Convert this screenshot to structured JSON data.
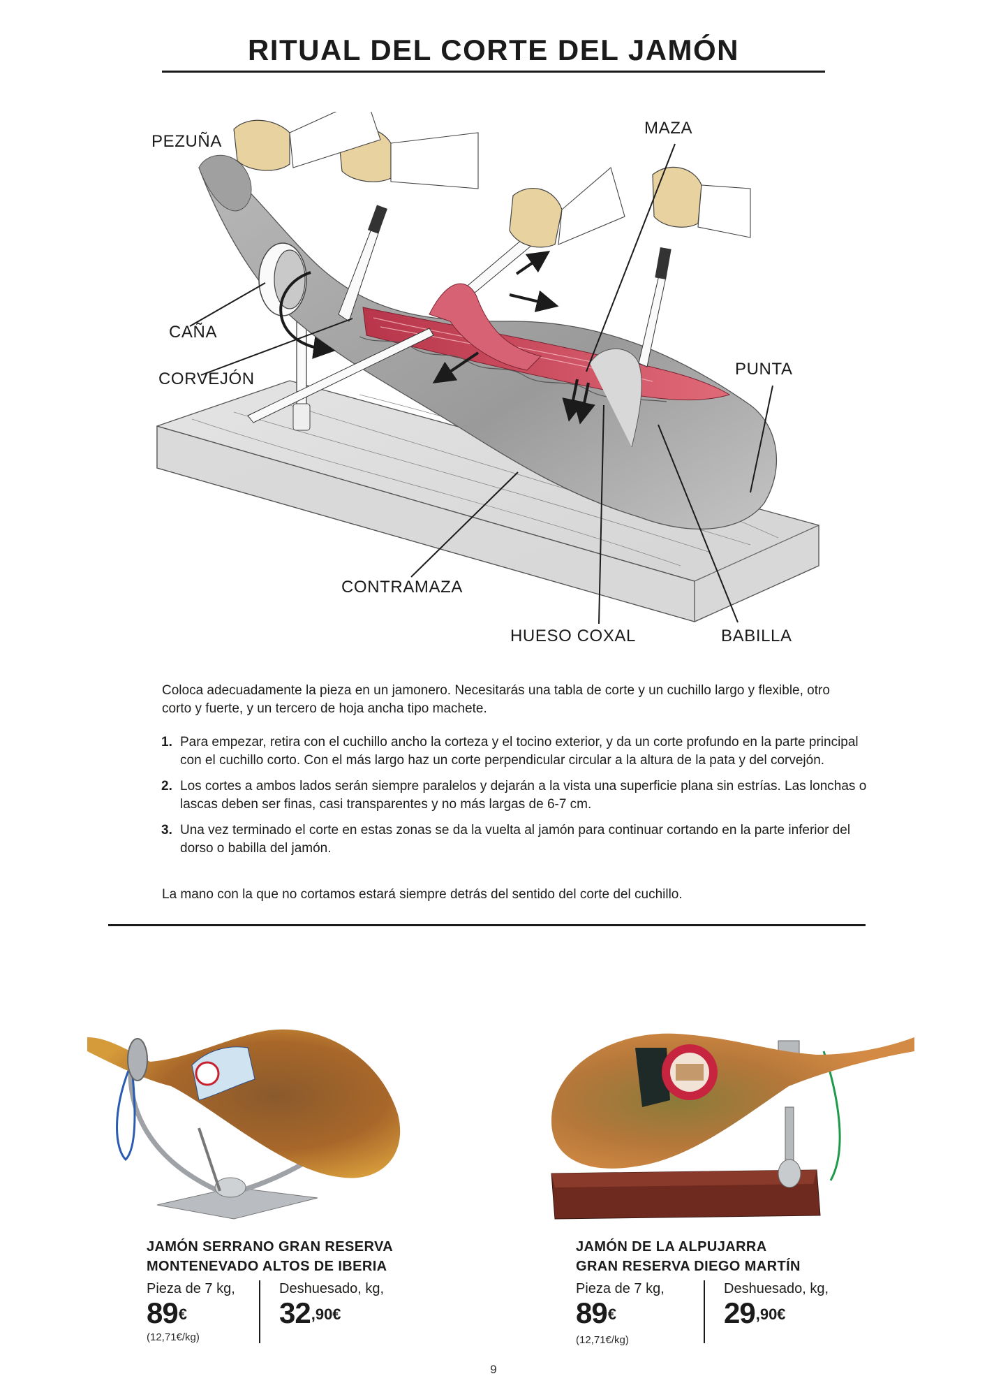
{
  "page": {
    "title": "RITUAL DEL CORTE DEL JAMÓN",
    "page_number": "9"
  },
  "diagram": {
    "labels": {
      "pezuna": "PEZUÑA",
      "maza": "MAZA",
      "cana": "CAÑA",
      "corvejon": "CORVEJÓN",
      "punta": "PUNTA",
      "contramaza": "CONTRAMAZA",
      "hueso_coxal": "HUESO COXAL",
      "babilla": "BABILLA"
    }
  },
  "instructions": {
    "intro": "Coloca adecuadamente la pieza en un jamonero. Necesitarás una tabla de corte y un cuchillo largo y flexible, otro corto y fuerte, y un tercero de hoja ancha tipo machete.",
    "steps": [
      {
        "number": "1.",
        "text": "Para empezar, retira con el cuchillo ancho la corteza y el tocino exterior, y da un corte profundo en la parte principal con el cuchillo corto. Con el más largo haz un corte perpendicular circular a la altura de la pata y del corvejón."
      },
      {
        "number": "2.",
        "text": "Los cortes a ambos lados serán siempre paralelos y dejarán a la vista  una superficie plana sin estrías. Las lonchas o lascas deben ser finas, casi transparentes y no más largas de 6-7 cm."
      },
      {
        "number": "3.",
        "text": "Una vez terminado el corte en estas zonas se da la vuelta al jamón para continuar cortando en la parte inferior del dorso o babilla del jamón."
      }
    ],
    "closing": "La mano con la que no cortamos estará siempre detrás del sentido del corte del cuchillo."
  },
  "products": [
    {
      "title_line1": "JAMÓN SERRANO GRAN RESERVA",
      "title_line2": "MONTENEVADO ALTOS DE IBERIA",
      "left_label": "Pieza de 7 kg,",
      "left_price_int": "89",
      "left_price_sup": "€",
      "left_per_kg": "(12,71€/kg)",
      "right_label": "Deshuesado, kg,",
      "right_price_int": "32",
      "right_price_sup": ",90€"
    },
    {
      "title_line1": "JAMÓN DE LA ALPUJARRA",
      "title_line2": "GRAN RESERVA DIEGO MARTÍN",
      "left_label": "Pieza de 7 kg,",
      "left_price_int": "89",
      "left_price_sup": "€",
      "left_per_kg": "(12,71€/kg)",
      "right_label": "Deshuesado, kg,",
      "right_price_int": "29",
      "right_price_sup": ",90€"
    }
  ],
  "colors": {
    "text": "#1d1d1b",
    "rule": "#1b1b1b",
    "ham_meat": "#c8485a",
    "ham_cured": "#b9772f",
    "skin_hand": "#e8d2a0"
  }
}
